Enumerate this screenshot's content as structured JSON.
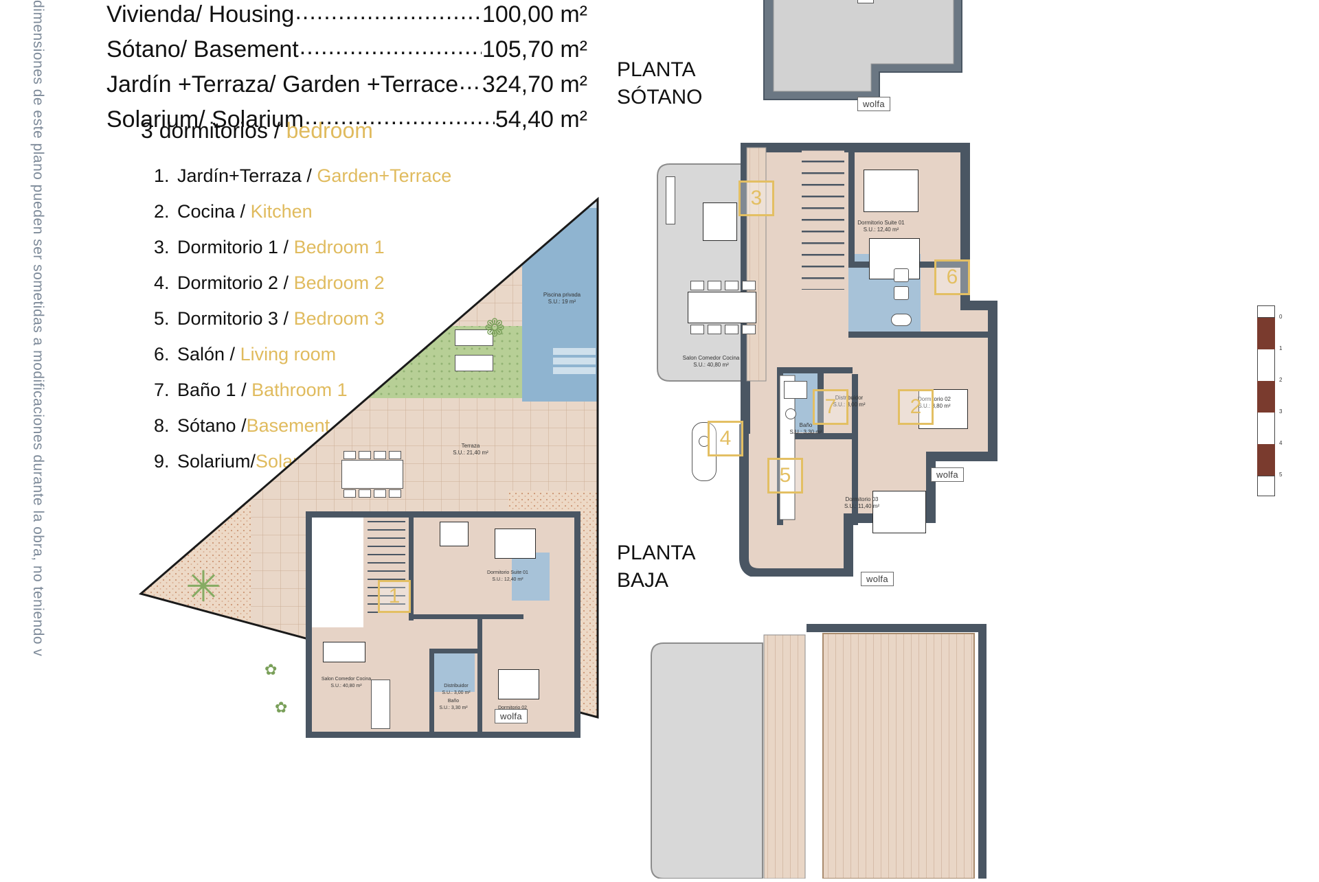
{
  "disclaimer": "dimensiones de este plano pueden ser sometidas a modificaciones durante la obra, no teniendo v",
  "areas": {
    "unit": "m²",
    "dots": "......................................................................................",
    "rows": [
      {
        "label": "Vivienda/ Housing",
        "value": "100,00 m²"
      },
      {
        "label": "Sótano/ Basement",
        "value": "105,70 m²"
      },
      {
        "label": "Jardín +Terraza/ Garden +Terrace",
        "value": "324,70 m²"
      },
      {
        "label": "Solarium/ Solarium",
        "value": "54,40 m²"
      }
    ]
  },
  "bedrooms": {
    "es": "3 dormitorios /",
    "en": "bedroom"
  },
  "room_list": [
    {
      "num": "1.",
      "es": "Jardín+Terraza /",
      "en": "Garden+Terrace"
    },
    {
      "num": "2.",
      "es": "Cocina /",
      "en": "Kitchen"
    },
    {
      "num": "3.",
      "es": "Dormitorio 1 /",
      "en": "Bedroom 1"
    },
    {
      "num": "4.",
      "es": "Dormitorio 2 /",
      "en": "Bedroom 2"
    },
    {
      "num": "5.",
      "es": "Dormitorio 3 /",
      "en": "Bedroom 3"
    },
    {
      "num": "6.",
      "es": "Salón /",
      "en": "Living room"
    },
    {
      "num": "7.",
      "es": "Baño 1 /",
      "en": "Bathroom 1"
    },
    {
      "num": "8.",
      "es": "Sótano /",
      "en": "Basement"
    },
    {
      "num": "9.",
      "es": "Solarium/",
      "en": "Solarium"
    }
  ],
  "plans": {
    "basement": {
      "label_line1": "PLANTA",
      "label_line2": "SÓTANO"
    },
    "ground": {
      "label_line1": "PLANTA",
      "label_line2": "BAJA"
    }
  },
  "watermark": {
    "text": "wolfa"
  },
  "ground_rooms": [
    {
      "name": "Dormitorio Suite 01",
      "area": "S.U.: 12,40 m²"
    },
    {
      "name": "Salon Comedor Cocina",
      "area": "S.U.: 40,80 m²"
    },
    {
      "name": "Distribuidor",
      "area": "S.U.: 3,00 m²"
    },
    {
      "name": "Dormitorio 02",
      "area": "S.U.: 8,80 m²"
    },
    {
      "name": "Baño",
      "area": "S.U.: 3,30 m²"
    },
    {
      "name": "Dormitorio 03",
      "area": "S.U.: 11,40 m²"
    }
  ],
  "site_rooms": [
    {
      "name": "Piscina privada",
      "area": "S.U.: 19 m²"
    },
    {
      "name": "Terraza",
      "area": "S.U.: 21,40 m²"
    },
    {
      "name": "Dormitorio Suite 01",
      "area": "S.U.: 12,40 m²"
    },
    {
      "name": "Salon Comedor Cocina",
      "area": "S.U.: 40,80 m²"
    },
    {
      "name": "Distribuidor",
      "area": "S.U.: 3,00 m²"
    },
    {
      "name": "Dormitorio 02",
      "area": "S.U.: 8,80 m²"
    },
    {
      "name": "Baño",
      "area": "S.U.: 3,30 m²"
    }
  ],
  "markers": {
    "site": [
      "1"
    ],
    "ground": [
      "3",
      "6",
      "7",
      "2",
      "4",
      "5"
    ]
  },
  "scale_ticks": [
    "0",
    "1",
    "2",
    "3",
    "4",
    "5"
  ],
  "colors": {
    "accent_gold": "#e0bb5e",
    "wall_dark": "#4a5663",
    "room_fill": "#e6d3c6",
    "bath_fill": "#a7c2d8",
    "pool_fill": "#8fb4d0",
    "lawn": "#b7cf96",
    "disclaimer_text": "#7d8a99"
  }
}
